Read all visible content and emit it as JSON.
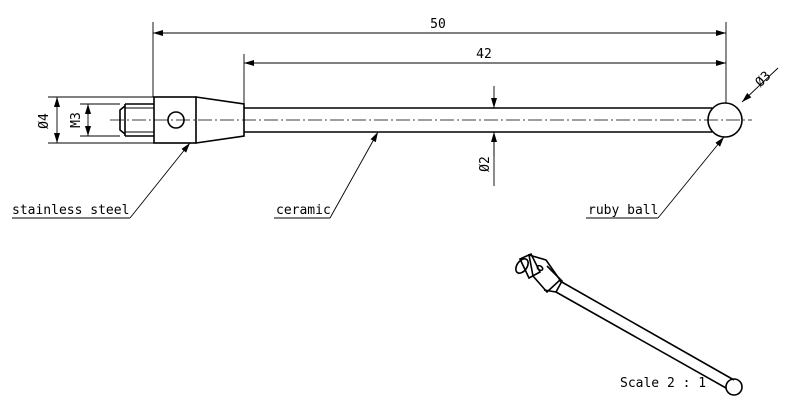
{
  "dimensions": {
    "overall_length": "50",
    "stem_length": "42",
    "ball_diameter": "Ø3",
    "body_diameter": "Ø4",
    "thread": "M3",
    "stem_diameter": "Ø2"
  },
  "labels": {
    "body_material": "stainless steel",
    "stem_material": "ceramic",
    "tip_material": "ruby ball"
  },
  "scale_note": "Scale 2 : 1"
}
